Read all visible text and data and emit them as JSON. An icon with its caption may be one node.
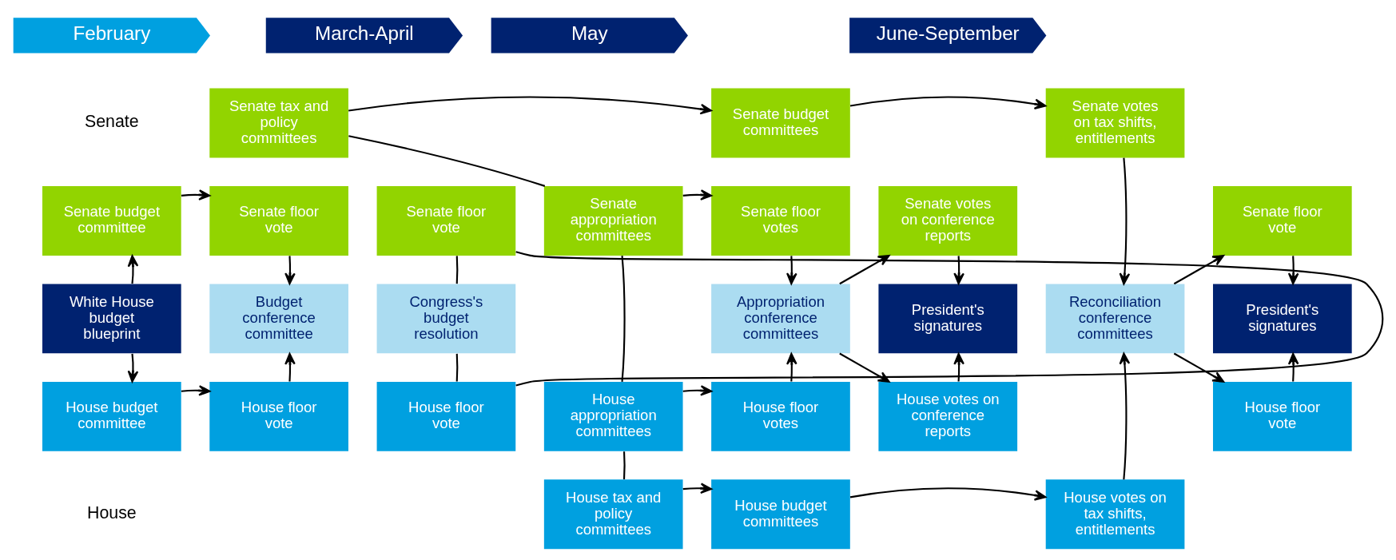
{
  "diagram": {
    "nodes": [
      {
        "text": [
          "February"
        ]
      },
      {
        "text": [
          "March-April"
        ]
      },
      {
        "text": [
          "May"
        ]
      },
      {
        "text": [
          "June-September"
        ]
      },
      {
        "text": [
          "Senate budget committee"
        ]
      },
      {
        "text": [
          "White House budget blueprint"
        ]
      },
      {
        "text": [
          "House budget committee"
        ]
      },
      {
        "text": [
          "Senate floor vote"
        ]
      },
      {
        "text": [
          "Budget conference committee"
        ]
      },
      {
        "text": [
          "House floor vote"
        ]
      },
      {
        "text": [
          "Senate floor vote"
        ]
      },
      {
        "text": [
          "Congress's budget resolution"
        ]
      },
      {
        "text": [
          "House floor vote"
        ]
      },
      {
        "text": [
          "Senate tax and policy committees"
        ]
      },
      {
        "text": [
          "Senate appropriation committees"
        ]
      },
      {
        "text": [
          "House appropriation committees"
        ]
      },
      {
        "text": [
          "House tax and policy committees"
        ]
      },
      {
        "text": [
          "Senate budget committees"
        ]
      },
      {
        "text": [
          "Senate floor votes"
        ]
      },
      {
        "text": [
          "Appropriation conference committees"
        ]
      },
      {
        "text": [
          "House floor votes"
        ]
      },
      {
        "text": [
          "House budget committees"
        ]
      },
      {
        "text": [
          "Senate votes on conference reports"
        ]
      },
      {
        "text": [
          "President's signatures"
        ]
      },
      {
        "text": [
          "House votes on conference reports"
        ]
      },
      {
        "text": [
          "Senate votes on tax shifts, entitlements"
        ]
      },
      {
        "text": [
          "Reconciliation conference committees"
        ]
      },
      {
        "text": [
          "House votes on tax shifts, entitlements"
        ]
      },
      {
        "text": [
          "Senate floor vote"
        ]
      },
      {
        "text": [
          "President's signatures"
        ]
      },
      {
        "text": [
          "House floor vote"
        ]
      }
    ],
    "edges": [
      {
        "from": 5,
        "to": 4,
        "arrow": "to"
      },
      {
        "from": 5,
        "to": 6,
        "arrow": "to"
      },
      {
        "from": 4,
        "to": 7,
        "arrow": "to"
      },
      {
        "from": 6,
        "to": 9,
        "arrow": "to"
      },
      {
        "from": 7,
        "to": 8,
        "arrow": "to"
      },
      {
        "from": 9,
        "to": 8,
        "arrow": "to"
      },
      {
        "from": 10,
        "to": 12,
        "arrow": "none"
      },
      {
        "from": 10,
        "to": 11,
        "arrow": "none"
      },
      {
        "from": 11,
        "to": 12,
        "arrow": "none"
      },
      {
        "from": 13,
        "to": 14,
        "arrow": "none"
      },
      {
        "from": 14,
        "to": 15,
        "arrow": "none"
      },
      {
        "from": 15,
        "to": 16,
        "arrow": "none"
      },
      {
        "from": 13,
        "to": 17,
        "arrow": "to"
      },
      {
        "from": 14,
        "to": 18,
        "arrow": "to"
      },
      {
        "from": 15,
        "to": 20,
        "arrow": "to"
      },
      {
        "from": 16,
        "to": 21,
        "arrow": "to"
      },
      {
        "from": 18,
        "to": 19,
        "arrow": "to"
      },
      {
        "from": 20,
        "to": 19,
        "arrow": "to"
      },
      {
        "from": 19,
        "to": 22,
        "arrow": "to"
      },
      {
        "from": 19,
        "to": 24,
        "arrow": "to"
      },
      {
        "from": 22,
        "to": 23,
        "arrow": "to"
      },
      {
        "from": 24,
        "to": 23,
        "arrow": "to"
      },
      {
        "from": 17,
        "to": 25,
        "arrow": "to"
      },
      {
        "from": 21,
        "to": 27,
        "arrow": "to"
      },
      {
        "from": 25,
        "to": 26,
        "arrow": "to"
      },
      {
        "from": 27,
        "to": 26,
        "arrow": "to"
      },
      {
        "from": 26,
        "to": 28,
        "arrow": "to"
      },
      {
        "from": 26,
        "to": 30,
        "arrow": "to"
      },
      {
        "from": 28,
        "to": 29,
        "arrow": "to"
      },
      {
        "from": 30,
        "to": 29,
        "arrow": "to"
      }
    ],
    "labels": [
      "Senate",
      "House"
    ]
  }
}
